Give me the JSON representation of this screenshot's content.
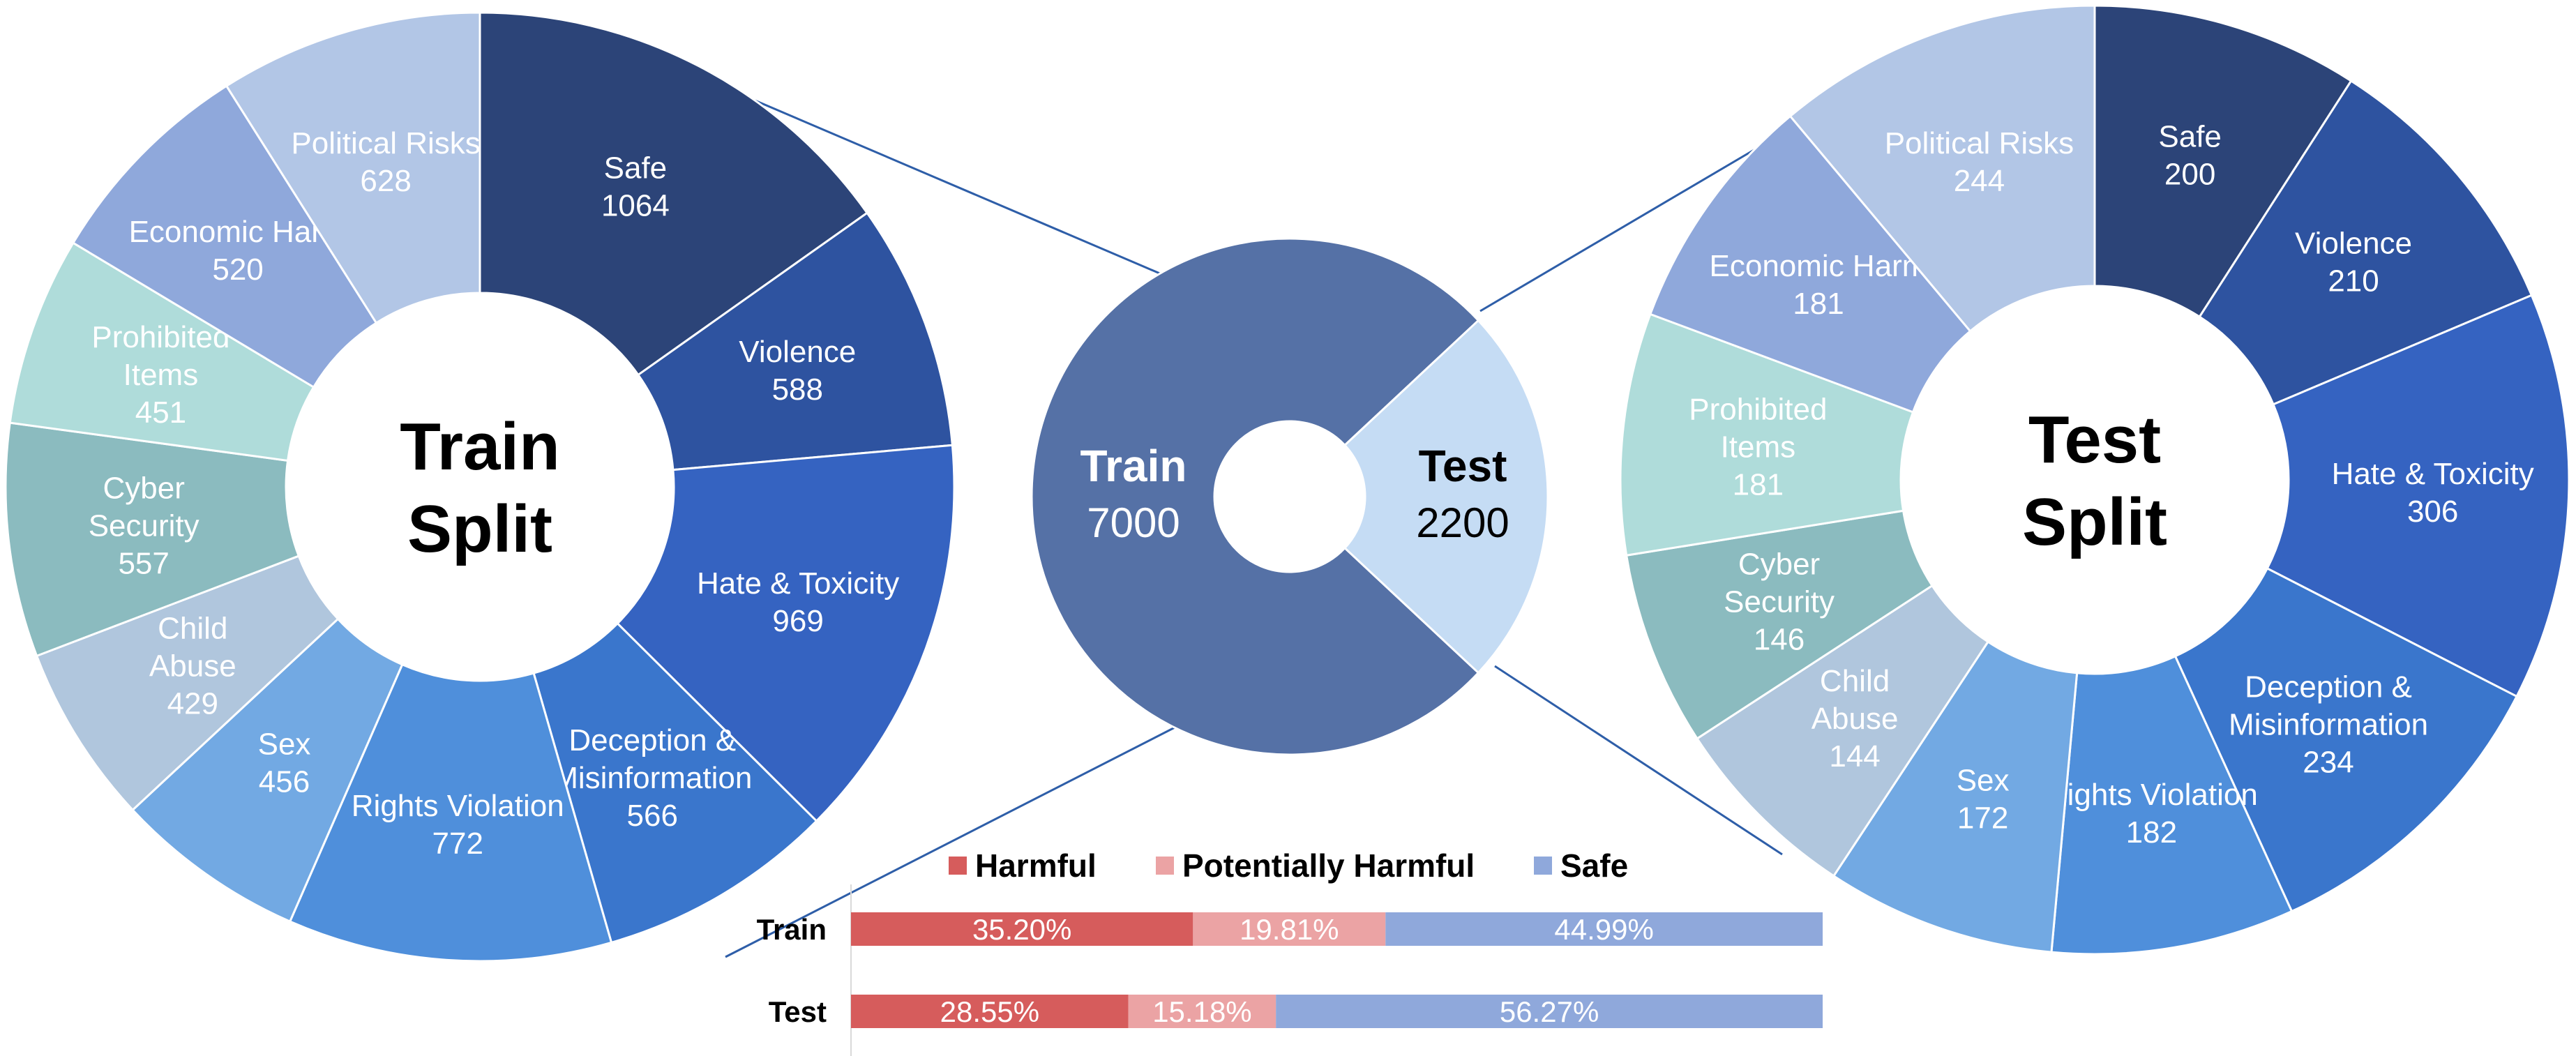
{
  "chart_data": [
    {
      "type": "pie",
      "variant": "donut",
      "center_title_lines": [
        "Train",
        "Split"
      ],
      "categories": [
        "Safe",
        "Violence",
        "Hate & Toxicity",
        "Deception & Misinformation",
        "Rights Violation",
        "Sex",
        "Child Abuse",
        "Cyber Security",
        "Prohibited Items",
        "Economic Harm",
        "Political Risks"
      ],
      "label_lines": [
        [
          "Safe"
        ],
        [
          "Violence"
        ],
        [
          "Hate & Toxicity"
        ],
        [
          "Deception &",
          "Misinformation"
        ],
        [
          "Rights Violation"
        ],
        [
          "Sex"
        ],
        [
          "Child",
          "Abuse"
        ],
        [
          "Cyber",
          "Security"
        ],
        [
          "Prohibited",
          "Items"
        ],
        [
          "Economic Harm"
        ],
        [
          "Political Risks"
        ]
      ],
      "values": [
        1064,
        588,
        969,
        566,
        772,
        456,
        429,
        557,
        451,
        520,
        628
      ],
      "colors": [
        "#2c4478",
        "#2e53a0",
        "#3563c1",
        "#3a76cc",
        "#4f8fdb",
        "#72a9e3",
        "#b0c6dd",
        "#8bbbbf",
        "#afdcda",
        "#8fa8db",
        "#b2c6e6"
      ]
    },
    {
      "type": "pie",
      "variant": "donut",
      "center_title_lines": [
        "Test",
        "Split"
      ],
      "categories": [
        "Safe",
        "Violence",
        "Hate & Toxicity",
        "Deception & Misinformation",
        "Rights Violation",
        "Sex",
        "Child Abuse",
        "Cyber Security",
        "Prohibited Items",
        "Economic Harm",
        "Political Risks"
      ],
      "label_lines": [
        [
          "Safe"
        ],
        [
          "Violence"
        ],
        [
          "Hate & Toxicity"
        ],
        [
          "Deception &",
          "Misinformation"
        ],
        [
          "Rights Violation"
        ],
        [
          "Sex"
        ],
        [
          "Child",
          "Abuse"
        ],
        [
          "Cyber",
          "Security"
        ],
        [
          "Prohibited",
          "Items"
        ],
        [
          "Economic Harm"
        ],
        [
          "Political Risks"
        ]
      ],
      "values": [
        200,
        210,
        306,
        234,
        182,
        172,
        144,
        146,
        181,
        181,
        244
      ],
      "colors": [
        "#2c4478",
        "#2e53a0",
        "#3563c1",
        "#3a76cc",
        "#4f8fdb",
        "#72a9e3",
        "#b0c6dd",
        "#8bbbbf",
        "#afdcda",
        "#8fa8db",
        "#b2c6e6"
      ]
    },
    {
      "type": "pie",
      "variant": "donut",
      "categories": [
        "Train",
        "Test"
      ],
      "values": [
        7000,
        2200
      ],
      "colors": [
        "#5571a6",
        "#c5dcf4"
      ],
      "label_colors": [
        "#ffffff",
        "#000000"
      ]
    },
    {
      "type": "bar",
      "orientation": "horizontal",
      "stacked": true,
      "categories": [
        "Train",
        "Test"
      ],
      "series": [
        {
          "name": "Harmful",
          "values": [
            35.2,
            28.55
          ],
          "color": "#d65c5c"
        },
        {
          "name": "Potentially Harmful",
          "values": [
            19.81,
            15.18
          ],
          "color": "#eba3a4"
        },
        {
          "name": "Safe",
          "values": [
            44.99,
            56.27
          ],
          "color": "#8fa8db"
        }
      ],
      "value_labels": [
        [
          "35.20%",
          "19.81%",
          "44.99%"
        ],
        [
          "28.55%",
          "15.18%",
          "56.27%"
        ]
      ],
      "xlim": [
        0,
        100
      ],
      "legend_position": "top"
    }
  ]
}
